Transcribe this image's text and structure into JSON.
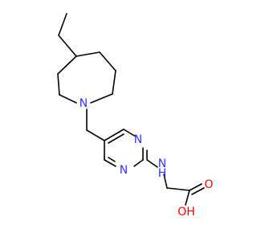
{
  "colors": {
    "background": "#ffffff",
    "bond": "#000000",
    "nitrogen": "#3333ff",
    "oxygen": "#ff0000"
  },
  "atoms": {
    "n_azepane": "N",
    "n_pyr_1": "N",
    "n_pyr_2": "N",
    "n_amine": "N",
    "h_amine": "H",
    "o_carbonyl": "O",
    "oh": "OH"
  }
}
